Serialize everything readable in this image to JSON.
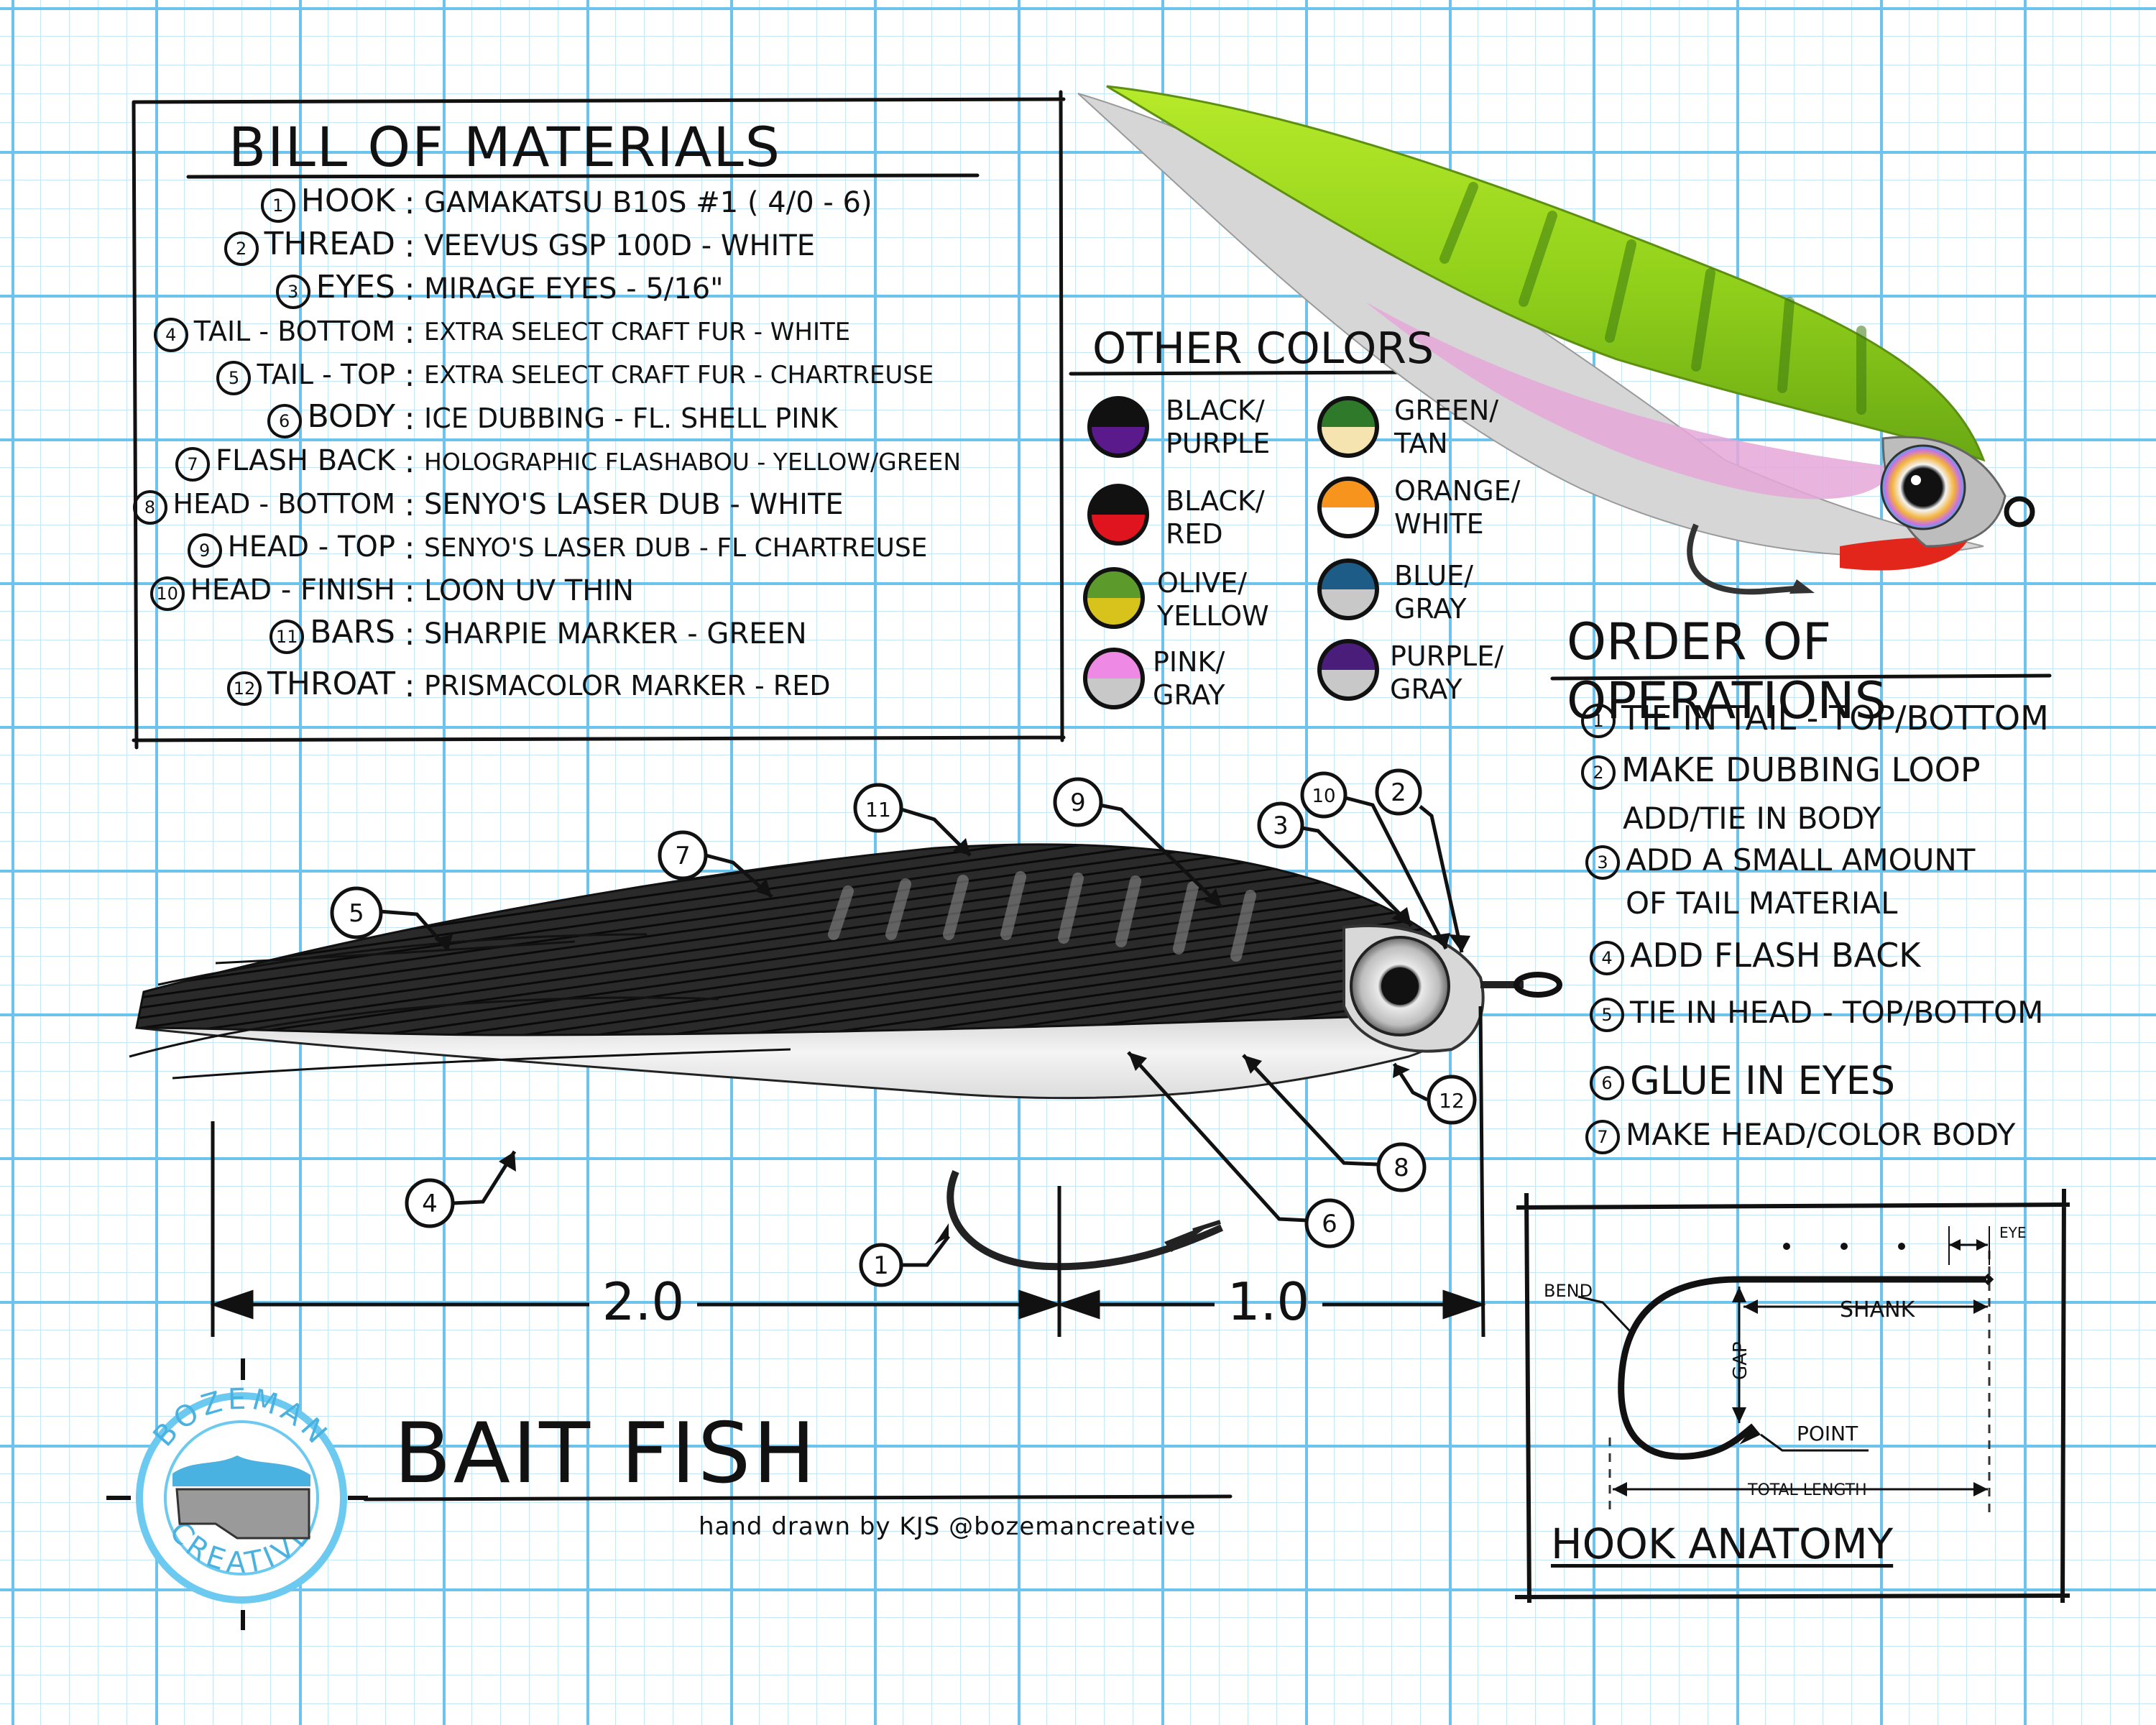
{
  "bom": {
    "title": "BILL OF MATERIALS",
    "items": [
      {
        "num": "1",
        "part": "HOOK",
        "material": "GAMAKATSU B10s #1 ( 4/0 - 6)"
      },
      {
        "num": "2",
        "part": "THREAD",
        "material": "VEEVUS GSP 100D - WHITE"
      },
      {
        "num": "3",
        "part": "EYES",
        "material": "MIRAGE EYES - 5/16\""
      },
      {
        "num": "4",
        "part": "TAIL - BOTTOM",
        "material": "EXTRA SELECT CRAFT FUR - WHITE"
      },
      {
        "num": "5",
        "part": "TAIL - TOP",
        "material": "EXTRA SELECT CRAFT FUR - CHARTREUSE"
      },
      {
        "num": "6",
        "part": "BODY",
        "material": "ICE DUBBING - FL. SHELL PINK"
      },
      {
        "num": "7",
        "part": "FLASH BACK",
        "material": "HOLOGRAPHIC FLASHABOU - YELLOW/GREEN"
      },
      {
        "num": "8",
        "part": "HEAD - BOTTOM",
        "material": "SENYO'S LASER DUB - WHITE"
      },
      {
        "num": "9",
        "part": "HEAD - TOP",
        "material": "SENYO'S LASER DUB - FL CHARTREUSE"
      },
      {
        "num": "10",
        "part": "HEAD - FINISH",
        "material": "LOON UV THIN"
      },
      {
        "num": "11",
        "part": "BARS",
        "material": "SHARPIE MARKER - GREEN"
      },
      {
        "num": "12",
        "part": "THROAT",
        "material": "PRISMACOLOR MARKER - RED"
      }
    ]
  },
  "other_colors": {
    "title": "OTHER COLORS",
    "items": [
      {
        "label1": "BLACK/",
        "label2": "PURPLE",
        "top": "#111111",
        "bottom": "#5a1a8c"
      },
      {
        "label1": "BLACK/",
        "label2": "RED",
        "top": "#111111",
        "bottom": "#e0141e"
      },
      {
        "label1": "OLIVE/",
        "label2": "YELLOW",
        "top": "#5c9a2c",
        "bottom": "#d8c21c"
      },
      {
        "label1": "PINK/",
        "label2": "GRAY",
        "top": "#ee8ae6",
        "bottom": "#c8c8c8"
      },
      {
        "label1": "GREEN/",
        "label2": "TAN",
        "top": "#2f7a2a",
        "bottom": "#f5e4b0"
      },
      {
        "label1": "ORANGE/",
        "label2": "WHITE",
        "top": "#f7941d",
        "bottom": "#ffffff"
      },
      {
        "label1": "BLUE/",
        "label2": "GRAY",
        "top": "#1d5c86",
        "bottom": "#c8c8c8"
      },
      {
        "label1": "PURPLE/",
        "label2": "GRAY",
        "top": "#4a1d7a",
        "bottom": "#c8c8c8"
      }
    ]
  },
  "order_of_operations": {
    "title": "ORDER OF OPERATIONS",
    "steps": [
      {
        "num": "1",
        "line1": "TIE IN TAIL - TOP/BOTTOM",
        "line2": ""
      },
      {
        "num": "2",
        "line1": "MAKE DUBBING LOOP",
        "line2": "ADD/TIE IN BODY"
      },
      {
        "num": "3",
        "line1": "ADD A SMALL AMOUNT",
        "line2": "OF TAIL MATERIAL"
      },
      {
        "num": "4",
        "line1": "ADD FLASH BACK",
        "line2": ""
      },
      {
        "num": "5",
        "line1": "TIE IN HEAD - TOP/BOTTOM",
        "line2": ""
      },
      {
        "num": "6",
        "line1": "GLUE IN EYES",
        "line2": ""
      },
      {
        "num": "7",
        "line1": "MAKE HEAD/COLOR BODY",
        "line2": ""
      }
    ]
  },
  "callouts": [
    "1",
    "2",
    "3",
    "4",
    "5",
    "6",
    "7",
    "8",
    "9",
    "10",
    "11",
    "12"
  ],
  "dimensions": {
    "body": "2.0",
    "head": "1.0"
  },
  "title": "BAIT FISH",
  "credit": "hand drawn by KJS @bozemancreative",
  "logo": {
    "top": "BOZEMAN",
    "bottom": "CREATIVE"
  },
  "hook_anatomy": {
    "title": "HOOK ANATOMY",
    "labels": {
      "bend": "BEND",
      "shank": "SHANK",
      "gap": "GAP",
      "point": "POINT",
      "eye": "EYE",
      "total": "TOTAL LENGTH"
    }
  },
  "colors": {
    "grid": "#6cc3ee",
    "chartreuse": "#9ad61e",
    "pink": "#e5a8d8",
    "red": "#e2261c",
    "logo": "#6cc9f0"
  }
}
